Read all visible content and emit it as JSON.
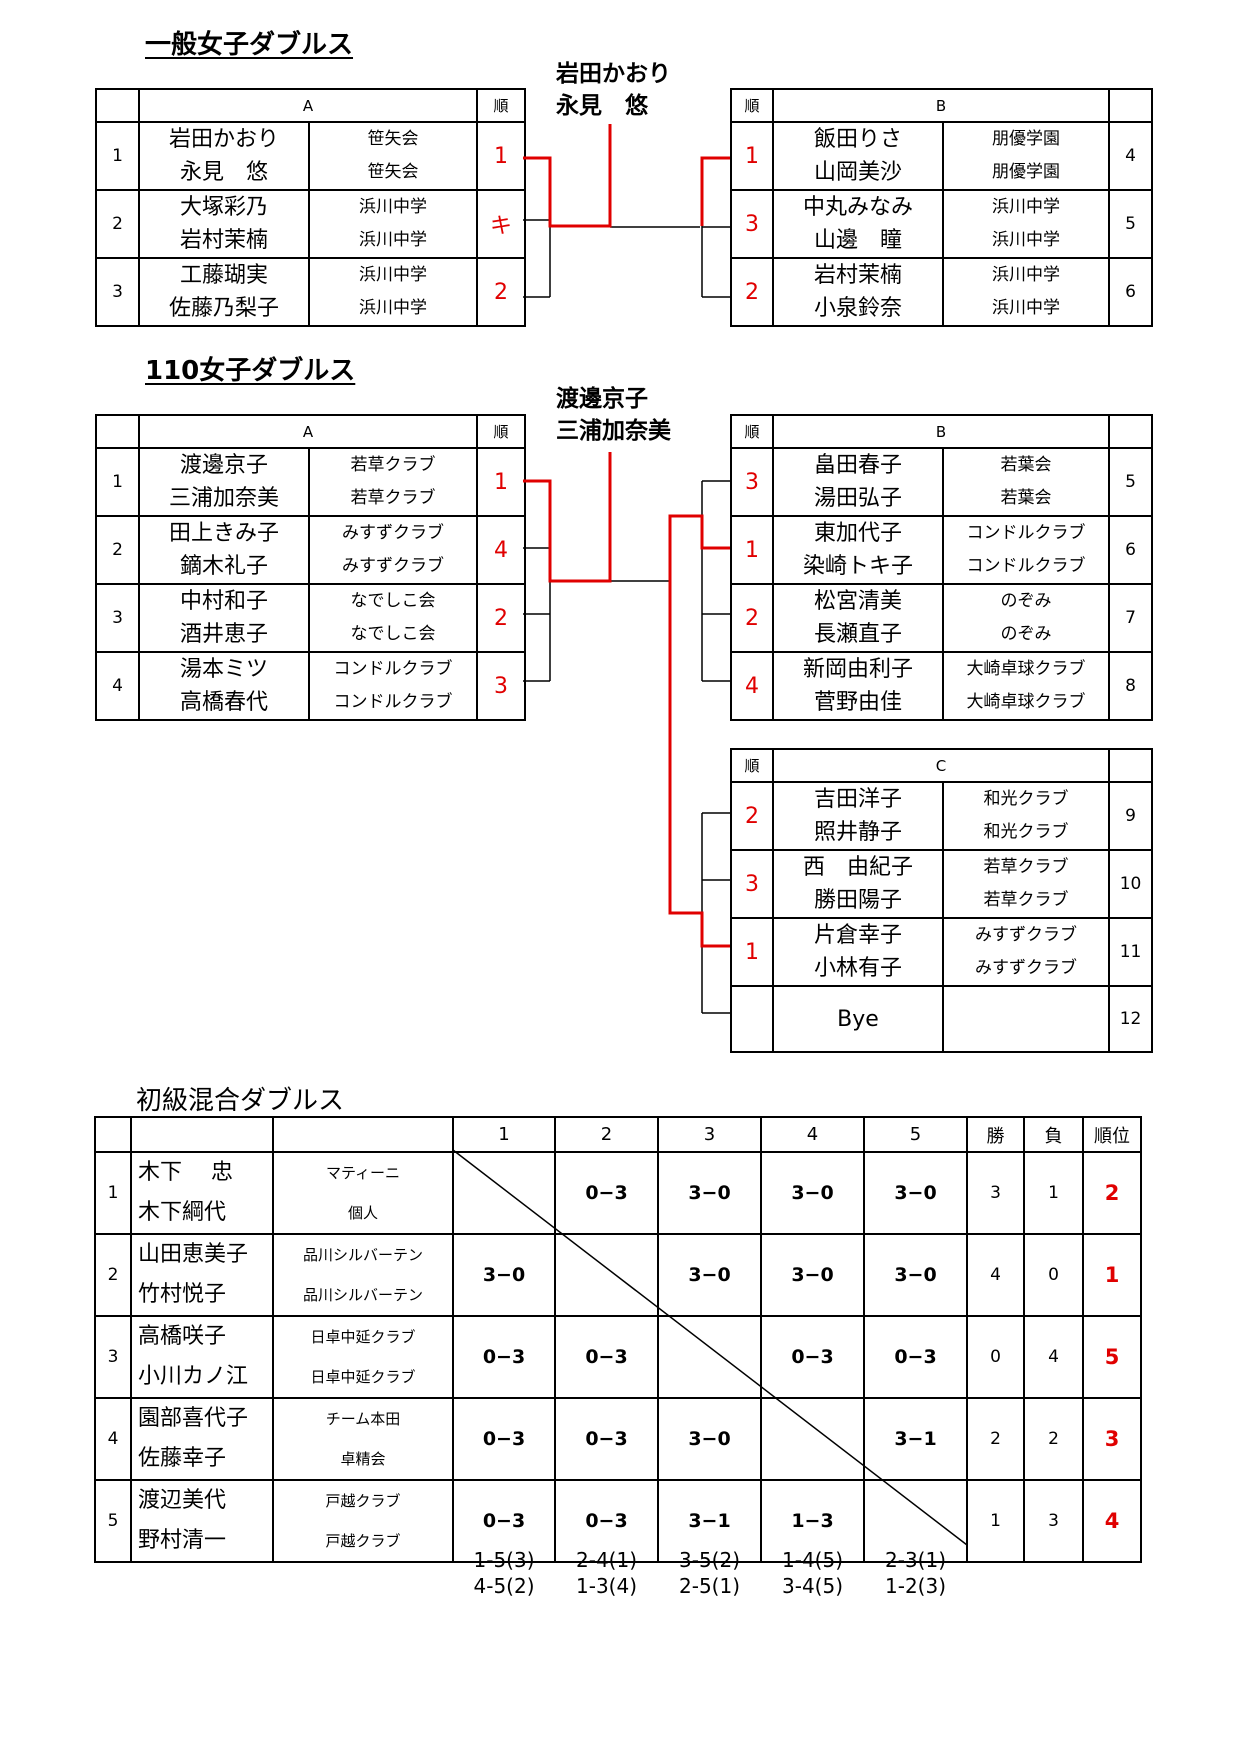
{
  "general": {
    "title": "一般女子ダブルス",
    "winner": [
      "岩田かおり",
      "永見　悠"
    ],
    "groupA": {
      "header": "A",
      "rank_header": "順",
      "rows": [
        {
          "no": "1",
          "players": [
            "岩田かおり",
            "永見　悠"
          ],
          "clubs": [
            "笹矢会",
            "笹矢会"
          ],
          "rank": "1"
        },
        {
          "no": "2",
          "players": [
            "大塚彩乃",
            "岩村茉楠"
          ],
          "clubs": [
            "浜川中学",
            "浜川中学"
          ],
          "rank": "キ"
        },
        {
          "no": "3",
          "players": [
            "工藤瑚実",
            "佐藤乃梨子"
          ],
          "clubs": [
            "浜川中学",
            "浜川中学"
          ],
          "rank": "2"
        }
      ]
    },
    "groupB": {
      "header": "B",
      "rank_header": "順",
      "rows": [
        {
          "no": "4",
          "players": [
            "飯田りさ",
            "山岡美沙"
          ],
          "clubs": [
            "朋優学園",
            "朋優学園"
          ],
          "rank": "1"
        },
        {
          "no": "5",
          "players": [
            "中丸みなみ",
            "山邊　瞳"
          ],
          "clubs": [
            "浜川中学",
            "浜川中学"
          ],
          "rank": "3"
        },
        {
          "no": "6",
          "players": [
            "岩村茉楠",
            "小泉鈴奈"
          ],
          "clubs": [
            "浜川中学",
            "浜川中学"
          ],
          "rank": "2"
        }
      ]
    }
  },
  "women110": {
    "title": "110女子ダブルス",
    "winner": [
      "渡邊京子",
      "三浦加奈美"
    ],
    "groupA": {
      "header": "A",
      "rank_header": "順",
      "rows": [
        {
          "no": "1",
          "players": [
            "渡邊京子",
            "三浦加奈美"
          ],
          "clubs": [
            "若草クラブ",
            "若草クラブ"
          ],
          "rank": "1"
        },
        {
          "no": "2",
          "players": [
            "田上きみ子",
            "鏑木礼子"
          ],
          "clubs": [
            "みすずクラブ",
            "みすずクラブ"
          ],
          "rank": "4"
        },
        {
          "no": "3",
          "players": [
            "中村和子",
            "酒井恵子"
          ],
          "clubs": [
            "なでしこ会",
            "なでしこ会"
          ],
          "rank": "2"
        },
        {
          "no": "4",
          "players": [
            "湯本ミツ",
            "高橋春代"
          ],
          "clubs": [
            "コンドルクラブ",
            "コンドルクラブ"
          ],
          "rank": "3"
        }
      ]
    },
    "groupB": {
      "header": "B",
      "rank_header": "順",
      "rows": [
        {
          "no": "5",
          "players": [
            "畠田春子",
            "湯田弘子"
          ],
          "clubs": [
            "若葉会",
            "若葉会"
          ],
          "rank": "3"
        },
        {
          "no": "6",
          "players": [
            "東加代子",
            "染崎トキ子"
          ],
          "clubs": [
            "コンドルクラブ",
            "コンドルクラブ"
          ],
          "rank": "1"
        },
        {
          "no": "7",
          "players": [
            "松宮清美",
            "長瀬直子"
          ],
          "clubs": [
            "のぞみ",
            "のぞみ"
          ],
          "rank": "2"
        },
        {
          "no": "8",
          "players": [
            "新岡由利子",
            "菅野由佳"
          ],
          "clubs": [
            "大崎卓球クラブ",
            "大崎卓球クラブ"
          ],
          "rank": "4"
        }
      ]
    },
    "groupC": {
      "header": "C",
      "rank_header": "順",
      "rows": [
        {
          "no": "9",
          "players": [
            "吉田洋子",
            "照井静子"
          ],
          "clubs": [
            "和光クラブ",
            "和光クラブ"
          ],
          "rank": "2"
        },
        {
          "no": "10",
          "players": [
            "西　由紀子",
            "勝田陽子"
          ],
          "clubs": [
            "若草クラブ",
            "若草クラブ"
          ],
          "rank": "3"
        },
        {
          "no": "11",
          "players": [
            "片倉幸子",
            "小林有子"
          ],
          "clubs": [
            "みすずクラブ",
            "みすずクラブ"
          ],
          "rank": "1"
        },
        {
          "no": "12",
          "bye": "Bye"
        }
      ]
    }
  },
  "mixed": {
    "title": "初級混合ダブルス",
    "headers": {
      "cols": [
        "1",
        "2",
        "3",
        "4",
        "5"
      ],
      "win": "勝",
      "loss": "負",
      "place": "順位"
    },
    "rows": [
      {
        "no": "1",
        "players": [
          "木下　 忠",
          "木下綱代"
        ],
        "clubs": [
          "マティーニ",
          "個人"
        ],
        "scores": [
          "",
          "0−3",
          "3−0",
          "3−0",
          "3−0"
        ],
        "win": "3",
        "loss": "1",
        "place": "2"
      },
      {
        "no": "2",
        "players": [
          "山田恵美子",
          "竹村悦子"
        ],
        "clubs": [
          "品川シルバーテン",
          "品川シルバーテン"
        ],
        "scores": [
          "3−0",
          "",
          "3−0",
          "3−0",
          "3−0"
        ],
        "win": "4",
        "loss": "0",
        "place": "1"
      },
      {
        "no": "3",
        "players": [
          "高橋咲子",
          "小川カノ江"
        ],
        "clubs": [
          "日卓中延クラブ",
          "日卓中延クラブ"
        ],
        "scores": [
          "0−3",
          "0−3",
          "",
          "0−3",
          "0−3"
        ],
        "win": "0",
        "loss": "4",
        "place": "5"
      },
      {
        "no": "4",
        "players": [
          "園部喜代子",
          "佐藤幸子"
        ],
        "clubs": [
          "チーム本田",
          "卓精会"
        ],
        "scores": [
          "0−3",
          "0−3",
          "3−0",
          "",
          "3−1"
        ],
        "win": "2",
        "loss": "2",
        "place": "3"
      },
      {
        "no": "5",
        "players": [
          "渡辺美代",
          "野村清一"
        ],
        "clubs": [
          "戸越クラブ",
          "戸越クラブ"
        ],
        "scores": [
          "0−3",
          "0−3",
          "3−1",
          "1−3",
          ""
        ],
        "win": "1",
        "loss": "3",
        "place": "4"
      }
    ],
    "match_order": [
      [
        "1-5(3)",
        "4-5(2)"
      ],
      [
        "2-4(1)",
        "1-3(4)"
      ],
      [
        "3-5(2)",
        "2-5(1)"
      ],
      [
        "1-4(5)",
        "3-4(5)"
      ],
      [
        "2-3(1)",
        "1-2(3)"
      ]
    ]
  }
}
